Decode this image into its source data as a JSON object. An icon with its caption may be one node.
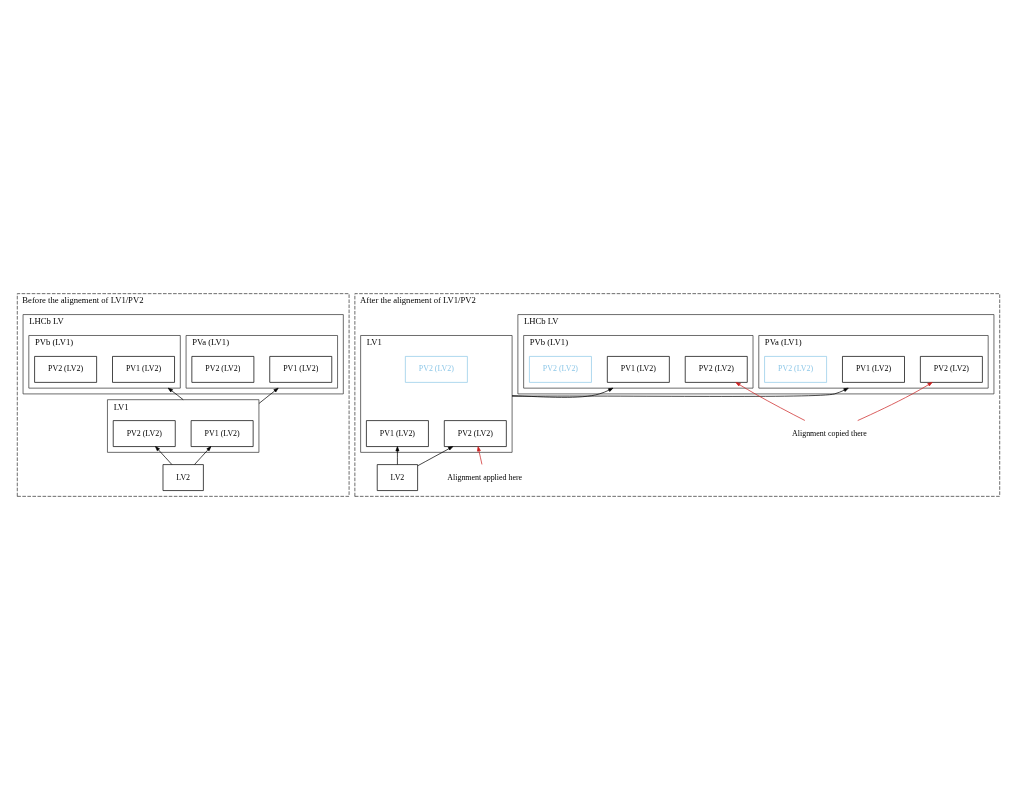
{
  "diagram": {
    "nodes": [
      {
        "text": [
          "Before the alignement of LV1/PV2"
        ]
      },
      {
        "text": [
          "LHCb LV"
        ],
        "in": 0
      },
      {
        "text": [
          "PVa (LV1)"
        ],
        "in": 1
      },
      {
        "text": [
          "PV1 (LV2)"
        ],
        "in": 2
      },
      {
        "text": [
          "PV2 (LV2)"
        ],
        "in": 2
      },
      {
        "text": [
          "PVb (LV1)"
        ],
        "in": 1
      },
      {
        "text": [
          "PV1 (LV2)"
        ],
        "in": 5
      },
      {
        "text": [
          "PV2 (LV2)"
        ],
        "in": 5
      },
      {
        "text": [
          "LV1"
        ],
        "in": 0
      },
      {
        "text": [
          "PV1 (LV2)"
        ],
        "in": 8
      },
      {
        "text": [
          "PV2 (LV2)"
        ],
        "in": 8
      },
      {
        "text": [
          "LV2"
        ],
        "in": 0
      },
      {
        "text": [
          "After the alignement of LV1/PV2"
        ]
      },
      {
        "text": [
          "LHCb LV"
        ],
        "in": 12
      },
      {
        "text": [
          "PVa (LV1)"
        ],
        "in": 13
      },
      {
        "text": [
          "PV1 (LV2)"
        ],
        "in": 14
      },
      {
        "text": [
          "PV2 (LV2)"
        ],
        "in": 14
      },
      {
        "text": [
          "PV2 (LV2)"
        ],
        "in": 14
      },
      {
        "text": [
          "PVb (LV1)"
        ],
        "in": 13
      },
      {
        "text": [
          "PV1 (LV2)"
        ],
        "in": 18
      },
      {
        "text": [
          "PV2 (LV2)"
        ],
        "in": 18
      },
      {
        "text": [
          "PV2 (LV2)"
        ],
        "in": 18
      },
      {
        "text": [
          "LV1"
        ],
        "in": 12
      },
      {
        "text": [
          "PV1 (LV2)"
        ],
        "in": 22
      },
      {
        "text": [
          "PV2 (LV2)"
        ],
        "in": 22
      },
      {
        "text": [
          "PV2 (LV2)"
        ],
        "in": 22
      },
      {
        "text": [
          "LV2"
        ],
        "in": 12
      },
      {
        "text": [
          "Alignment copied there"
        ],
        "in": 12
      },
      {
        "text": [
          "Alignment applied here"
        ],
        "in": 12
      }
    ],
    "edges": [
      {
        "from": 11,
        "to": 9,
        "arrow": "to"
      },
      {
        "from": 11,
        "to": 10,
        "arrow": "to"
      },
      {
        "from": 8,
        "to": 2,
        "arrow": "to"
      },
      {
        "from": 8,
        "to": 5,
        "arrow": "to"
      },
      {
        "from": 26,
        "to": 23,
        "arrow": "to"
      },
      {
        "from": 26,
        "to": 24,
        "arrow": "to"
      },
      {
        "from": 22,
        "to": 14,
        "arrow": "to"
      },
      {
        "from": 22,
        "to": 18,
        "arrow": "to"
      },
      {
        "from": 27,
        "to": 16,
        "arrow": "to",
        "color": "#cc2222"
      },
      {
        "from": 27,
        "to": 20,
        "arrow": "to",
        "color": "#cc2222"
      },
      {
        "from": 28,
        "to": 24,
        "arrow": "to",
        "color": "#cc2222"
      }
    ]
  }
}
